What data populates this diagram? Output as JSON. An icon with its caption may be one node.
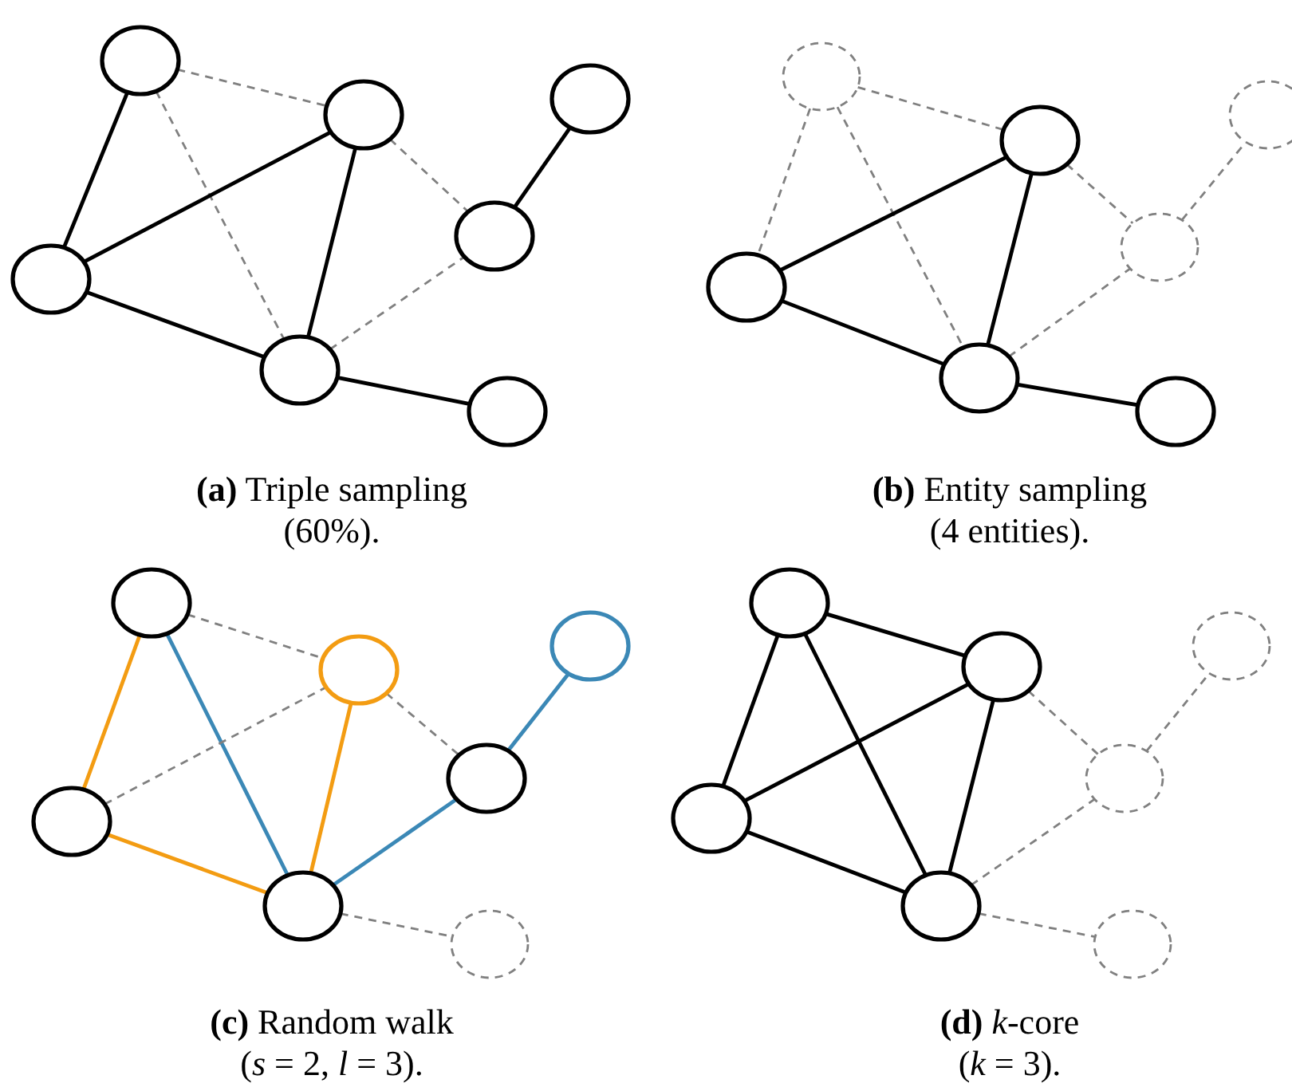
{
  "diagram": {
    "nodes": [
      {
        "text": [],
        "shape": "circle"
      },
      {
        "text": [],
        "shape": "circle"
      },
      {
        "text": [],
        "shape": "circle"
      },
      {
        "text": [],
        "shape": "circle"
      },
      {
        "text": [],
        "shape": "circle"
      },
      {
        "text": [],
        "shape": "circle"
      },
      {
        "text": [],
        "shape": "circle"
      },
      {
        "text": [],
        "shape": "circle"
      },
      {
        "text": [],
        "shape": "circle"
      },
      {
        "text": [],
        "shape": "circle"
      },
      {
        "text": [],
        "shape": "circle"
      },
      {
        "text": [],
        "shape": "circle"
      },
      {
        "text": [],
        "shape": "circle"
      },
      {
        "text": [],
        "shape": "circle"
      },
      {
        "text": [],
        "shape": "circle"
      },
      {
        "text": [],
        "shape": "circle"
      },
      {
        "text": [],
        "shape": "circle"
      },
      {
        "text": [],
        "shape": "circle"
      },
      {
        "text": [],
        "shape": "circle"
      },
      {
        "text": [],
        "shape": "circle"
      },
      {
        "text": [],
        "shape": "circle"
      },
      {
        "text": [],
        "shape": "circle"
      },
      {
        "text": [],
        "shape": "circle"
      },
      {
        "text": [],
        "shape": "circle"
      },
      {
        "text": [],
        "shape": "circle"
      },
      {
        "text": [],
        "shape": "circle"
      },
      {
        "text": [],
        "shape": "circle"
      },
      {
        "text": [],
        "shape": "circle"
      }
    ],
    "edges": [
      {
        "from": 0,
        "to": 3,
        "arrow": "none",
        "color": "#000000"
      },
      {
        "from": 0,
        "to": 1,
        "arrow": "none",
        "style": "dashed",
        "color": "#808080"
      },
      {
        "from": 0,
        "to": 5,
        "arrow": "none",
        "style": "dashed",
        "color": "#808080"
      },
      {
        "from": 3,
        "to": 1,
        "arrow": "none",
        "color": "#000000"
      },
      {
        "from": 1,
        "to": 5,
        "arrow": "none",
        "color": "#000000"
      },
      {
        "from": 1,
        "to": 4,
        "arrow": "none",
        "style": "dashed",
        "color": "#808080"
      },
      {
        "from": 4,
        "to": 2,
        "arrow": "none",
        "color": "#000000"
      },
      {
        "from": 3,
        "to": 5,
        "arrow": "none",
        "color": "#000000"
      },
      {
        "from": 5,
        "to": 4,
        "arrow": "none",
        "style": "dashed",
        "color": "#808080"
      },
      {
        "from": 5,
        "to": 6,
        "arrow": "none",
        "color": "#000000"
      },
      {
        "from": 7,
        "to": 10,
        "arrow": "none",
        "style": "dashed",
        "color": "#808080"
      },
      {
        "from": 7,
        "to": 8,
        "arrow": "none",
        "style": "dashed",
        "color": "#808080"
      },
      {
        "from": 7,
        "to": 12,
        "arrow": "none",
        "style": "dashed",
        "color": "#808080"
      },
      {
        "from": 10,
        "to": 8,
        "arrow": "none",
        "color": "#000000"
      },
      {
        "from": 8,
        "to": 12,
        "arrow": "none",
        "color": "#000000"
      },
      {
        "from": 8,
        "to": 11,
        "arrow": "none",
        "style": "dashed",
        "color": "#808080"
      },
      {
        "from": 11,
        "to": 9,
        "arrow": "none",
        "style": "dashed",
        "color": "#808080"
      },
      {
        "from": 10,
        "to": 12,
        "arrow": "none",
        "color": "#000000"
      },
      {
        "from": 12,
        "to": 11,
        "arrow": "none",
        "style": "dashed",
        "color": "#808080"
      },
      {
        "from": 12,
        "to": 13,
        "arrow": "none",
        "color": "#000000"
      },
      {
        "from": 14,
        "to": 17,
        "arrow": "none",
        "color": "#f39c12"
      },
      {
        "from": 14,
        "to": 15,
        "arrow": "none",
        "style": "dashed",
        "color": "#808080"
      },
      {
        "from": 14,
        "to": 19,
        "arrow": "none",
        "color": "#3b88b6"
      },
      {
        "from": 17,
        "to": 15,
        "arrow": "none",
        "style": "dashed",
        "color": "#808080"
      },
      {
        "from": 15,
        "to": 19,
        "arrow": "none",
        "color": "#f39c12"
      },
      {
        "from": 15,
        "to": 18,
        "arrow": "none",
        "style": "dashed",
        "color": "#808080"
      },
      {
        "from": 18,
        "to": 16,
        "arrow": "none",
        "color": "#3b88b6"
      },
      {
        "from": 17,
        "to": 19,
        "arrow": "none",
        "color": "#f39c12"
      },
      {
        "from": 19,
        "to": 18,
        "arrow": "none",
        "color": "#3b88b6"
      },
      {
        "from": 19,
        "to": 20,
        "arrow": "none",
        "style": "dashed",
        "color": "#808080"
      },
      {
        "from": 21,
        "to": 24,
        "arrow": "none",
        "color": "#000000"
      },
      {
        "from": 21,
        "to": 22,
        "arrow": "none",
        "color": "#000000"
      },
      {
        "from": 21,
        "to": 26,
        "arrow": "none",
        "color": "#000000"
      },
      {
        "from": 24,
        "to": 22,
        "arrow": "none",
        "color": "#000000"
      },
      {
        "from": 22,
        "to": 26,
        "arrow": "none",
        "color": "#000000"
      },
      {
        "from": 22,
        "to": 25,
        "arrow": "none",
        "style": "dashed",
        "color": "#808080"
      },
      {
        "from": 25,
        "to": 23,
        "arrow": "none",
        "style": "dashed",
        "color": "#808080"
      },
      {
        "from": 24,
        "to": 26,
        "arrow": "none",
        "color": "#000000"
      },
      {
        "from": 26,
        "to": 25,
        "arrow": "none",
        "style": "dashed",
        "color": "#808080"
      },
      {
        "from": 26,
        "to": 27,
        "arrow": "none",
        "style": "dashed",
        "color": "#808080"
      }
    ],
    "labels": [
      "**(a)** Triple sampling (60%).",
      "**(b)** Entity sampling (4 entities).",
      "**(c)** Random walk (*s* = 2, *l* = 3).",
      "**(d)** *k*-core (*k* = 3)."
    ]
  }
}
